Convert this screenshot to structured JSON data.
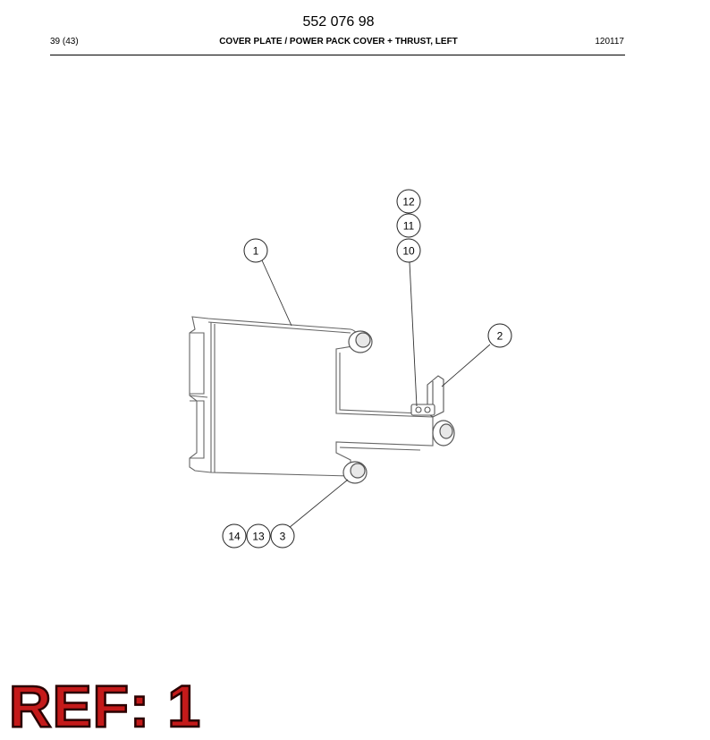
{
  "header": {
    "doc_number": "552 076 98",
    "page": "39 (43)",
    "title": "COVER PLATE / POWER PACK COVER + THRUST, LEFT",
    "date": "120117"
  },
  "callouts": {
    "c1": "1",
    "c2": "2",
    "c3": "3",
    "c10": "10",
    "c11": "11",
    "c12": "12",
    "c13": "13",
    "c14": "14"
  },
  "ref": "REF: 1",
  "colors": {
    "ref_fill": "#c41a1a",
    "ref_stroke": "#2a0000",
    "line": "#555555"
  }
}
